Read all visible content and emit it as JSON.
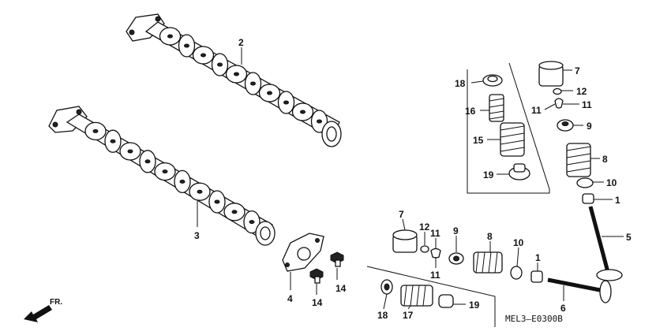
{
  "diagram_code": "MEL3—E0300B",
  "direction_label": "FR.",
  "callouts": {
    "c2": "2",
    "c3": "3",
    "c4": "4",
    "c14a": "14",
    "c14b": "14",
    "c18a": "18",
    "c16": "16",
    "c15": "15",
    "c19a": "19",
    "c7a": "7",
    "c12a": "12",
    "c11a": "11",
    "c11b": "11",
    "c9a": "9",
    "c8a": "8",
    "c10a": "10",
    "c1a": "1",
    "c5": "5",
    "c7b": "7",
    "c12b": "12",
    "c11c": "11",
    "c11d": "11",
    "c9b": "9",
    "c8b": "8",
    "c10b": "10",
    "c1b": "1",
    "c6": "6",
    "c18b": "18",
    "c17": "17",
    "c19b": "19"
  }
}
